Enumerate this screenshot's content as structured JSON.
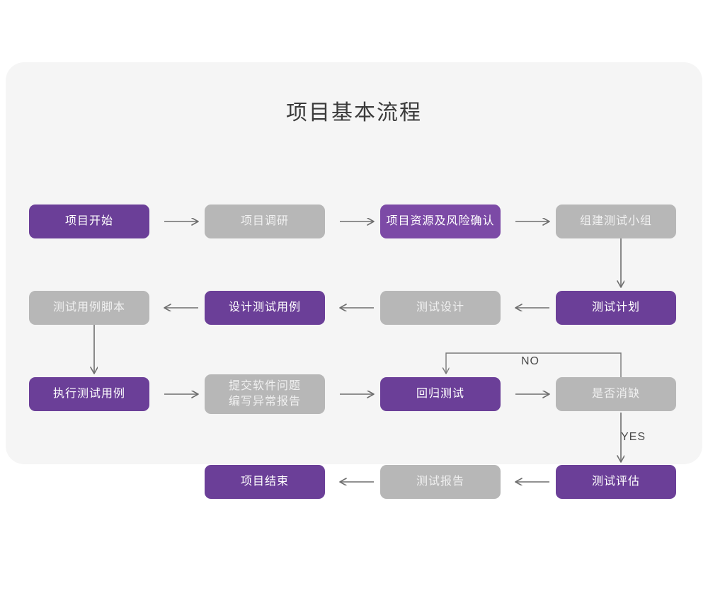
{
  "card": {
    "title": "项目基本流程",
    "background_color": "#f5f5f5",
    "page_background": "#ffffff"
  },
  "colors": {
    "purple": "#6b3f98",
    "purple_alt": "#7c4aa6",
    "gray": "#b7b7b7",
    "node_text_light": "#ffffff",
    "gray_node_text": "#f0f0f0",
    "connector": "#6e6e6e",
    "title_text": "#3b3b3b"
  },
  "chart_data": {
    "type": "diagram",
    "title": "项目基本流程",
    "nodes": [
      {
        "id": "n1",
        "label": "项目开始",
        "style": "purple",
        "row": 1,
        "col": 1
      },
      {
        "id": "n2",
        "label": "项目调研",
        "style": "gray",
        "row": 1,
        "col": 2
      },
      {
        "id": "n3",
        "label": "项目资源及风险确认",
        "style": "purple-alt",
        "row": 1,
        "col": 3
      },
      {
        "id": "n4",
        "label": "组建测试小组",
        "style": "gray",
        "row": 1,
        "col": 4
      },
      {
        "id": "n5",
        "label": "测试用例脚本",
        "style": "gray",
        "row": 2,
        "col": 1
      },
      {
        "id": "n6",
        "label": "设计测试用例",
        "style": "purple",
        "row": 2,
        "col": 2
      },
      {
        "id": "n7",
        "label": "测试设计",
        "style": "gray",
        "row": 2,
        "col": 3
      },
      {
        "id": "n8",
        "label": "测试计划",
        "style": "purple",
        "row": 2,
        "col": 4
      },
      {
        "id": "n9",
        "label": "执行测试用例",
        "style": "purple",
        "row": 3,
        "col": 1
      },
      {
        "id": "n10",
        "label": "提交软件问题\n编写异常报告",
        "style": "gray",
        "row": 3,
        "col": 2
      },
      {
        "id": "n11",
        "label": "回归测试",
        "style": "purple",
        "row": 3,
        "col": 3
      },
      {
        "id": "n12",
        "label": "是否消缺",
        "style": "gray",
        "row": 3,
        "col": 4
      },
      {
        "id": "n13",
        "label": "项目结束",
        "style": "purple",
        "row": 4,
        "col": 2
      },
      {
        "id": "n14",
        "label": "测试报告",
        "style": "gray",
        "row": 4,
        "col": 3
      },
      {
        "id": "n15",
        "label": "测试评估",
        "style": "purple",
        "row": 4,
        "col": 4
      }
    ],
    "edges": [
      {
        "from": "n1",
        "to": "n2",
        "label": "",
        "direction": "right"
      },
      {
        "from": "n2",
        "to": "n3",
        "label": "",
        "direction": "right"
      },
      {
        "from": "n3",
        "to": "n4",
        "label": "",
        "direction": "right"
      },
      {
        "from": "n4",
        "to": "n8",
        "label": "",
        "direction": "down"
      },
      {
        "from": "n8",
        "to": "n7",
        "label": "",
        "direction": "left"
      },
      {
        "from": "n7",
        "to": "n6",
        "label": "",
        "direction": "left"
      },
      {
        "from": "n6",
        "to": "n5",
        "label": "",
        "direction": "left"
      },
      {
        "from": "n5",
        "to": "n9",
        "label": "",
        "direction": "down"
      },
      {
        "from": "n9",
        "to": "n10",
        "label": "",
        "direction": "right"
      },
      {
        "from": "n10",
        "to": "n11",
        "label": "",
        "direction": "right"
      },
      {
        "from": "n11",
        "to": "n12",
        "label": "",
        "direction": "right"
      },
      {
        "from": "n12",
        "to": "n11",
        "label": "NO",
        "direction": "loop-back-top"
      },
      {
        "from": "n12",
        "to": "n15",
        "label": "YES",
        "direction": "down"
      },
      {
        "from": "n15",
        "to": "n14",
        "label": "",
        "direction": "left"
      },
      {
        "from": "n14",
        "to": "n13",
        "label": "",
        "direction": "left"
      }
    ],
    "edge_labels": {
      "no": "NO",
      "yes": "YES"
    }
  }
}
